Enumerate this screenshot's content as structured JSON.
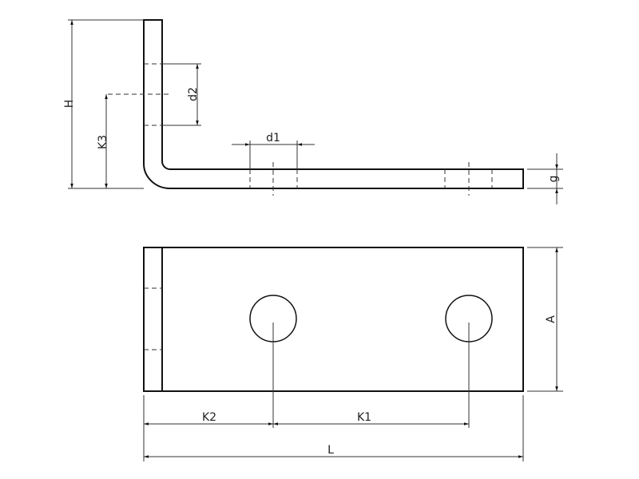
{
  "labels": {
    "H": "H",
    "K3": "K3",
    "d2": "d2",
    "d1": "d1",
    "g": "g",
    "A": "A",
    "K2": "K2",
    "K1": "K1",
    "L": "L"
  },
  "colors": {
    "line": "#111111",
    "background": "#ffffff"
  }
}
